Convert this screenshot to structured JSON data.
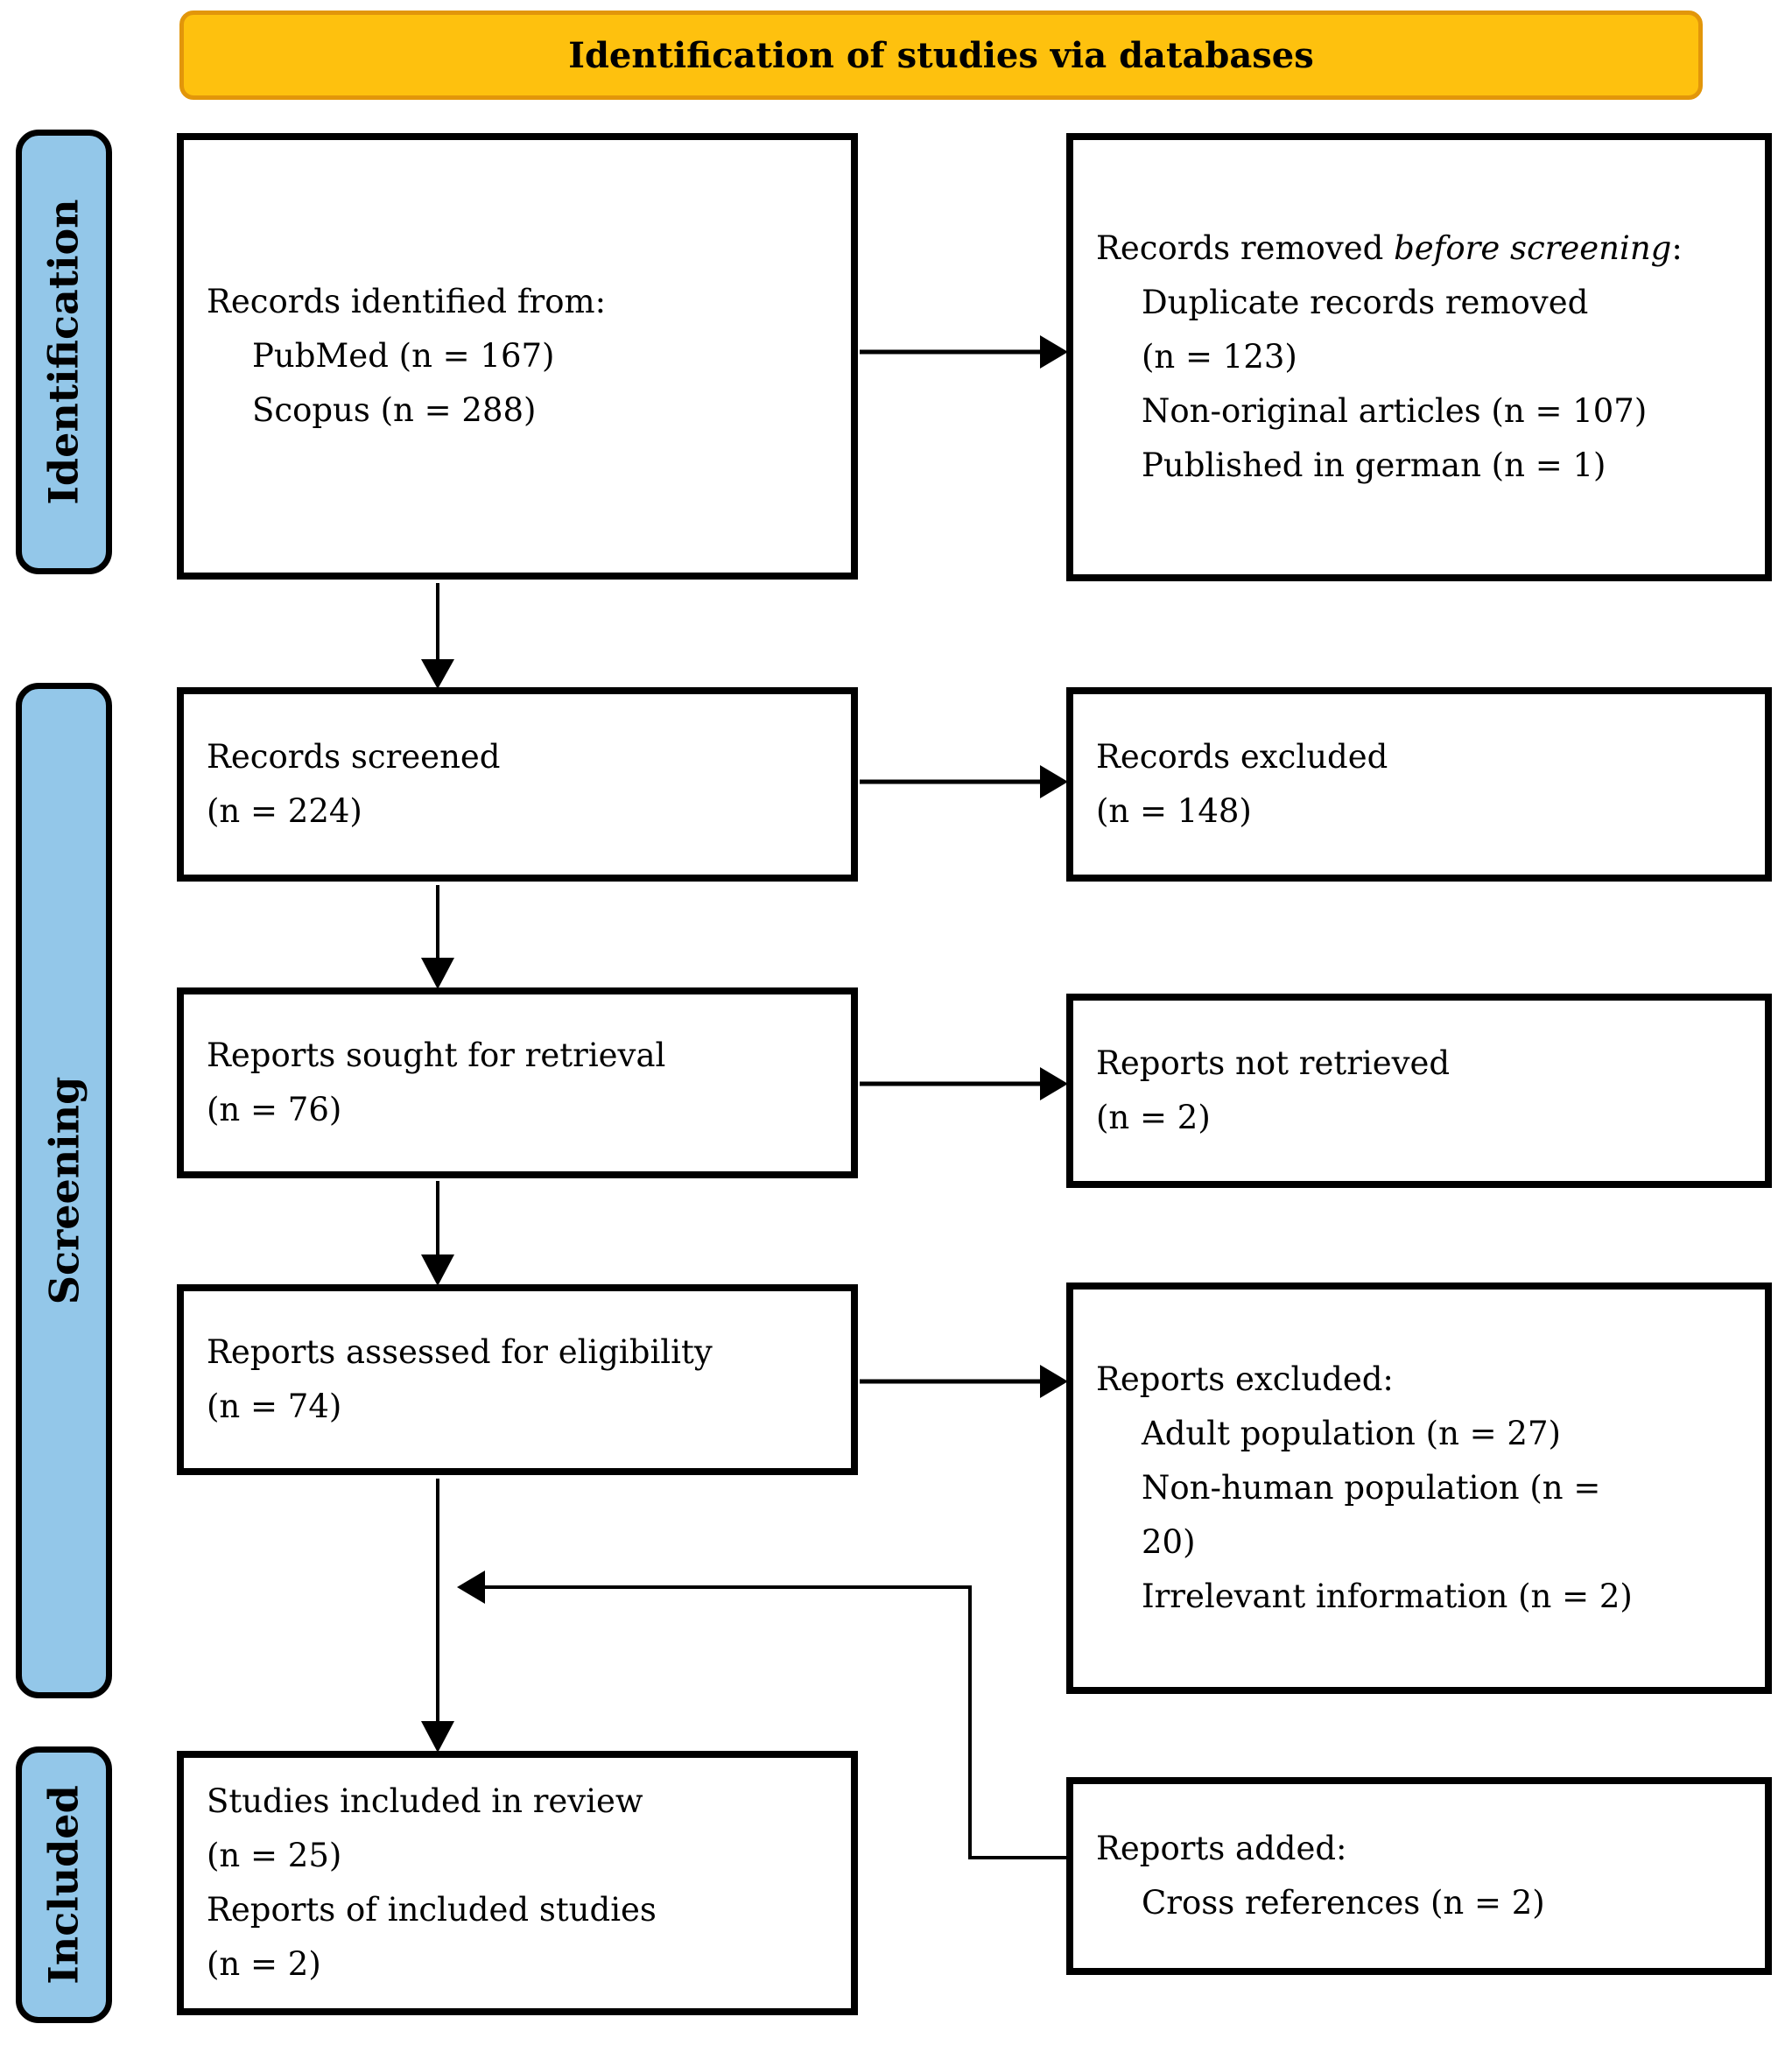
{
  "banner": {
    "label": "Identification of studies via databases"
  },
  "stages": {
    "identification": "Identification",
    "screening": "Screening",
    "included": "Included"
  },
  "colors": {
    "banner_bg": "#FEC10E",
    "banner_border": "#E2960A",
    "stage_bg": "#93C7E9",
    "line": "#000000",
    "box_bg": "#FFFFFF"
  },
  "boxes": {
    "records_identified": {
      "title": "Records identified from:",
      "items": [
        "PubMed (n = 167)",
        "Scopus (n = 288)"
      ]
    },
    "records_removed": {
      "title_prefix": "Records removed ",
      "title_italic": "before screening",
      "title_suffix": ":",
      "items": [
        "Duplicate records removed",
        "(n = 123)",
        "Non-original articles (n = 107)",
        "Published in german (n = 1)"
      ]
    },
    "records_screened": {
      "lines": [
        "Records screened",
        "(n = 224)"
      ]
    },
    "records_excluded": {
      "lines": [
        "Records excluded",
        "(n = 148)"
      ]
    },
    "reports_sought": {
      "lines": [
        "Reports sought for retrieval",
        "(n = 76)"
      ]
    },
    "reports_not_retrieved": {
      "lines": [
        "Reports not retrieved",
        "(n = 2)"
      ]
    },
    "reports_assessed": {
      "lines": [
        "Reports assessed for eligibility",
        "(n = 74)"
      ]
    },
    "reports_excluded": {
      "title": "Reports excluded:",
      "items": [
        "Adult population (n = 27)",
        "Non-human population (n =",
        "20)",
        "Irrelevant information (n = 2)"
      ]
    },
    "studies_included": {
      "lines": [
        "Studies included in review",
        "(n = 25)",
        "Reports of included studies",
        "(n = 2)"
      ]
    },
    "reports_added": {
      "title": "Reports added:",
      "items": [
        "Cross references (n = 2)"
      ]
    }
  }
}
